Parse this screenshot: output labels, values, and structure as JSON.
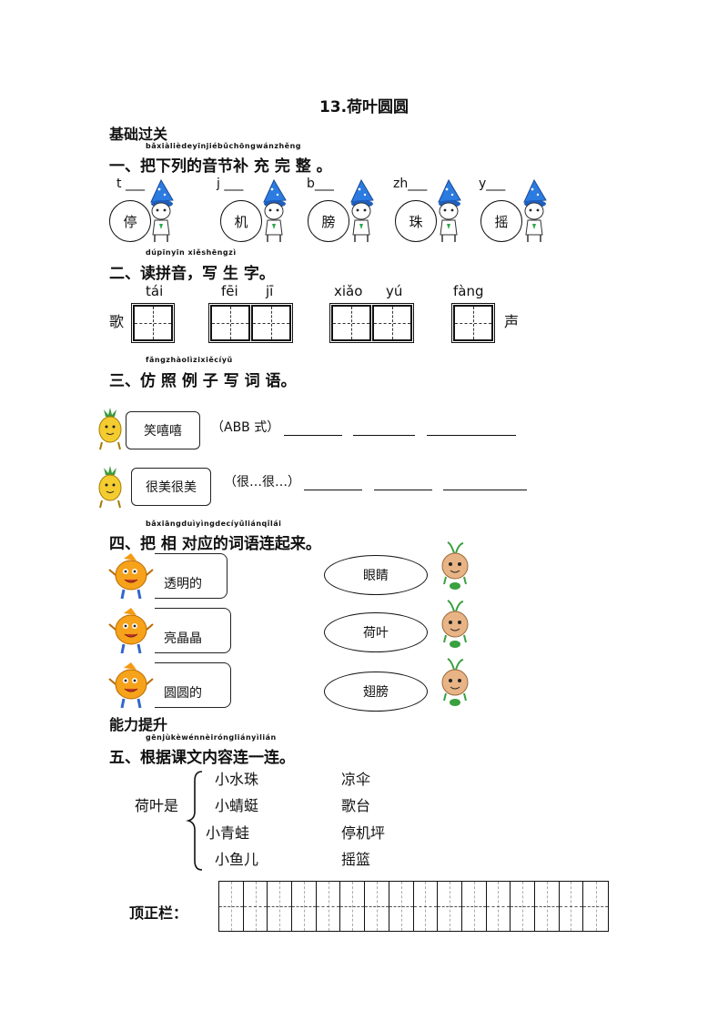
{
  "title": "13.荷叶圆圆",
  "section_basic": "基础过关",
  "q1": {
    "pinyin": "bǎxiàlièdeyīnjiébǔchōngwánzhěng",
    "heading": "一、把下列的音节补 充 完 整 。",
    "items": [
      {
        "blank": "t ___",
        "char": "停"
      },
      {
        "blank": "j ___",
        "char": "机"
      },
      {
        "blank": "b___",
        "char": "膀"
      },
      {
        "blank": "zh___",
        "char": "珠"
      },
      {
        "blank": "y___",
        "char": "摇"
      }
    ]
  },
  "q2": {
    "pinyin": "dúpīnyīn  xiěshēngzì",
    "heading": "二、读拼音，写 生 字。",
    "pinyin_words": [
      "tái",
      "fēi",
      "jī",
      "xiǎo",
      "yú",
      "fàng"
    ],
    "prefix": "歌",
    "suffix": "声"
  },
  "q3": {
    "pinyin": "fǎngzhàolìzixiěcíyǔ",
    "heading": "三、仿 照 例 子 写 词 语。",
    "rows": [
      {
        "example": "笑嘻嘻",
        "pattern": "（ABB 式）"
      },
      {
        "example": "很美很美",
        "pattern": "（很…很…）"
      }
    ]
  },
  "q4": {
    "pinyin": "bǎxiāngduìyìngdecíyǔliánqǐlái",
    "heading": "四、把 相 对应的词语连起来。",
    "left": [
      "透明的",
      "亮晶晶",
      "圆圆的"
    ],
    "right": [
      "眼睛",
      "荷叶",
      "翅膀"
    ]
  },
  "section_advanced": "能力提升",
  "q5": {
    "pinyin": "gēnjùkèwénnèiróngliányìlián",
    "heading": "五、根据课文内容连一连。",
    "lead": "荷叶是",
    "left": [
      "小水珠",
      "小蜻蜓",
      "小青蛙",
      "小鱼儿"
    ],
    "right": [
      "凉伞",
      "歌台",
      "停机坪",
      "摇篮"
    ]
  },
  "footer": {
    "label": "顶正栏："
  }
}
